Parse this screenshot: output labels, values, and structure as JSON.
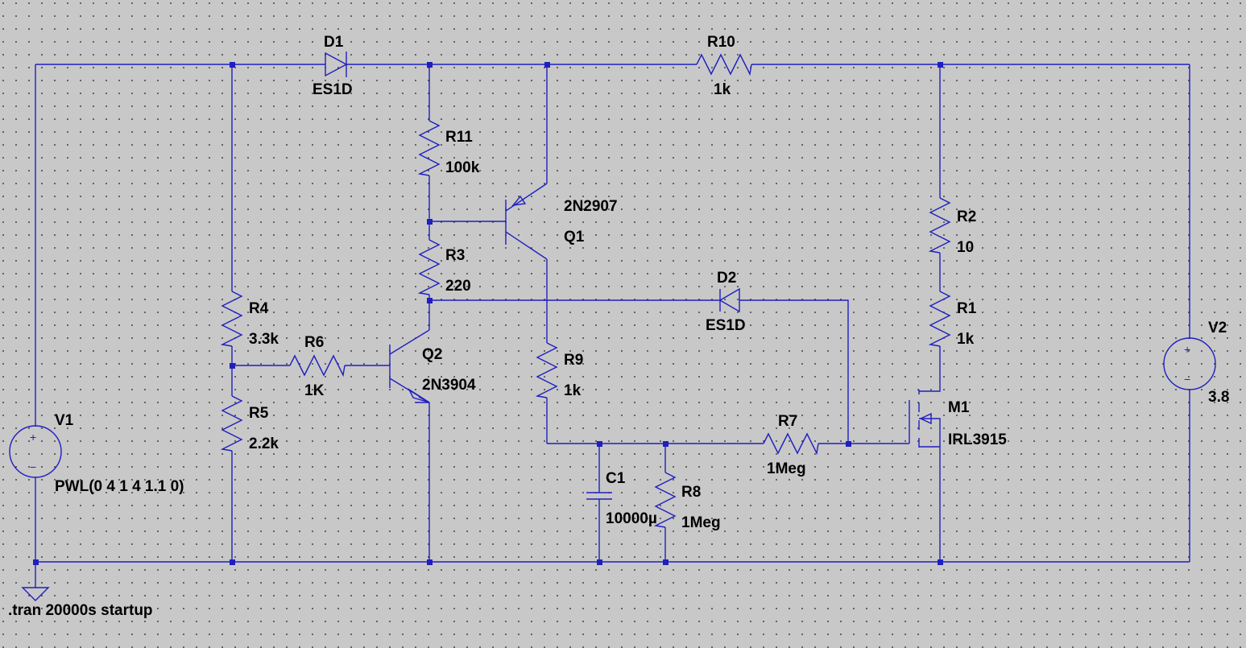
{
  "labels": {
    "d1_name": "D1",
    "d1_part": "ES1D",
    "r10_name": "R10",
    "r10_val": "1k",
    "r11_name": "R11",
    "r11_val": "100k",
    "q1_part": "2N2907",
    "q1_name": "Q1",
    "r3_name": "R3",
    "r3_val": "220",
    "d2_name": "D2",
    "d2_part": "ES1D",
    "r4_name": "R4",
    "r4_val": "3.3k",
    "r6_name": "R6",
    "r6_val": "1K",
    "q2_name": "Q2",
    "q2_part": "2N3904",
    "r9_name": "R9",
    "r9_val": "1k",
    "r5_name": "R5",
    "r5_val": "2.2k",
    "v1_name": "V1",
    "v1_val": "PWL(0 4 1 4 1.1 0)",
    "r7_name": "R7",
    "r7_val": "1Meg",
    "c1_name": "C1",
    "c1_val": "10000µ",
    "r8_name": "R8",
    "r8_val": "1Meg",
    "r2_name": "R2",
    "r2_val": "10",
    "r1_name": "R1",
    "r1_val": "1k",
    "m1_name": "M1",
    "m1_part": "IRL3915",
    "v2_name": "V2",
    "v2_val": "3.8",
    "directive": ".tran 20000s startup"
  },
  "symbols": {
    "plus": "+",
    "minus": "−"
  },
  "colors": {
    "background": "#c8c8c8",
    "wire": "#1f1fbf",
    "grid_dot": "#3a3a3a",
    "text": "#000000"
  }
}
